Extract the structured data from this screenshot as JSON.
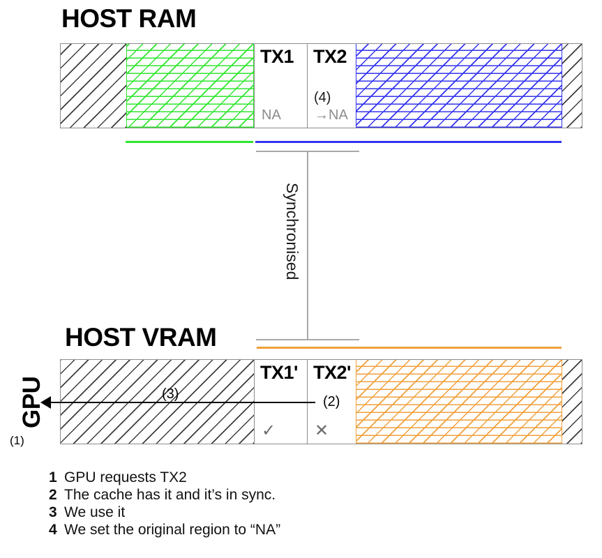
{
  "diagram": {
    "host_ram": {
      "title": "HOST RAM",
      "cells": [
        {
          "title": "TX1",
          "note": "",
          "state": "NA"
        },
        {
          "title": "TX2",
          "note": "(4)",
          "state": "→NA"
        }
      ]
    },
    "host_vram": {
      "title": "HOST VRAM",
      "cells": [
        {
          "title": "TX1'",
          "mark": "✓"
        },
        {
          "title": "TX2'",
          "mark": "✕"
        }
      ]
    },
    "sync_label": "Synchronised",
    "gpu_label": "GPU",
    "gpu_step": "(1)",
    "step_tags": {
      "use_it": "(3)",
      "cache_hit": "(2)"
    },
    "colors": {
      "green": "#2fe62f",
      "blue": "#3333f0",
      "orange": "#f0a03c",
      "gray": "#8c8c8c",
      "bracket": "#a8a8a8"
    }
  },
  "legend": {
    "items": [
      {
        "num": "1",
        "text": "GPU requests TX2"
      },
      {
        "num": "2",
        "text": "The cache has it and it’s in sync."
      },
      {
        "num": "3",
        "text": "We use it"
      },
      {
        "num": "4",
        "text": "We set the original region to “NA”"
      }
    ]
  }
}
